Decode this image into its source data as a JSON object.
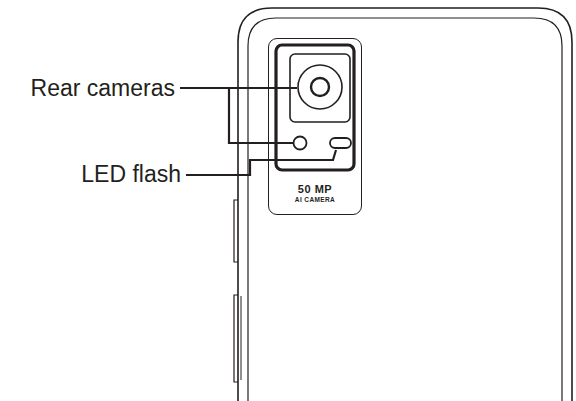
{
  "diagram": {
    "nodes": [
      {
        "text": [
          "50 MP",
          "AI CAMERA"
        ]
      }
    ],
    "labels": [
      "Rear cameras",
      "LED flash"
    ]
  }
}
